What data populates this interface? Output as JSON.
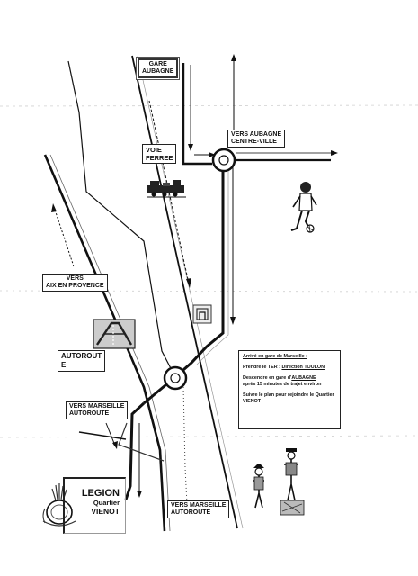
{
  "labels": {
    "gare": [
      "GARE",
      "AUBAGNE"
    ],
    "vers_aubagne": [
      "VERS AUBAGNE",
      "CENTRE-VILLE"
    ],
    "voie_ferree": [
      "VOIE",
      "FERREE"
    ],
    "vers_aix": [
      "VERS",
      "AIX EN PROVENCE"
    ],
    "autoroute": [
      "AUTOROUT",
      "E"
    ],
    "vers_marseille": [
      "VERS MARSEILLE",
      "AUTOROUTE"
    ],
    "vers_marseille_bottom": [
      "VERS MARSEILLE",
      "AUTOROUTE"
    ]
  },
  "instructions": {
    "title": "Arrivé en gare de Marseille :",
    "line1_prefix": "Prendre le TER :",
    "line1_direction": "Direction TOULON",
    "line2_a": "Descendre en gare d'",
    "line2_place": "AUBAGNE",
    "line2_b": "après 15 minutes de trajet environ",
    "line3": "Suivre le plan pour rejoindre le Quartier VIENOT"
  },
  "destination": {
    "name": "LEGION",
    "line2": "Quartier",
    "line3": "VIENOT"
  },
  "icons": [
    "train-icon",
    "soccer-player-icon",
    "landmark-icon",
    "autoroute-icon",
    "legion-emblem-icon",
    "figures-illustration-icon",
    "roundabout-icon"
  ],
  "colors": {
    "ink": "#111111",
    "paper": "#ffffff"
  }
}
